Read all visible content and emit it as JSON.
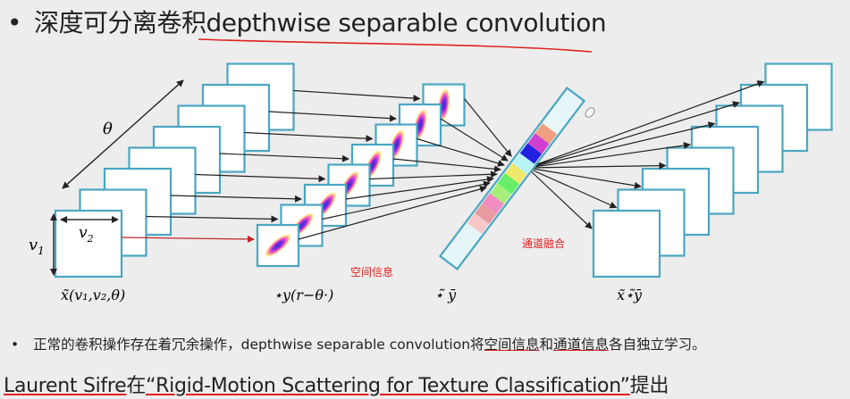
{
  "title": {
    "bullet": "•",
    "cn": "深度可分离卷积",
    "en": "depthwise separable convolution"
  },
  "diagram": {
    "theta": "θ",
    "v1": "v",
    "v1_sub": "1",
    "v2": "v",
    "v2_sub": "2",
    "label_x_tilde": "x̃(v₁,v₂,θ)",
    "label_star_y": "⋆y(r−θ·)",
    "label_kernel": "⋆̃ ȳ",
    "label_output": "x̃⋆̃ȳ",
    "note_spatial": "空间信息",
    "note_channel": "通道融合"
  },
  "bullet": {
    "dot": "•",
    "pre": "正常的卷积操作存在着冗余操作，depthwise separable convolution将",
    "spatial": "空间信息",
    "and": "和",
    "channel": "通道信息",
    "post": "各自独立学习。"
  },
  "credit": {
    "author": "Laurent Sifre",
    "at": "在",
    "paper": "“Rigid-Motion Scattering for Texture Classification”",
    "tail": "提出"
  },
  "colors": {
    "frame": "#4aa6c2",
    "red": "#e02020",
    "dark": "#222222"
  }
}
